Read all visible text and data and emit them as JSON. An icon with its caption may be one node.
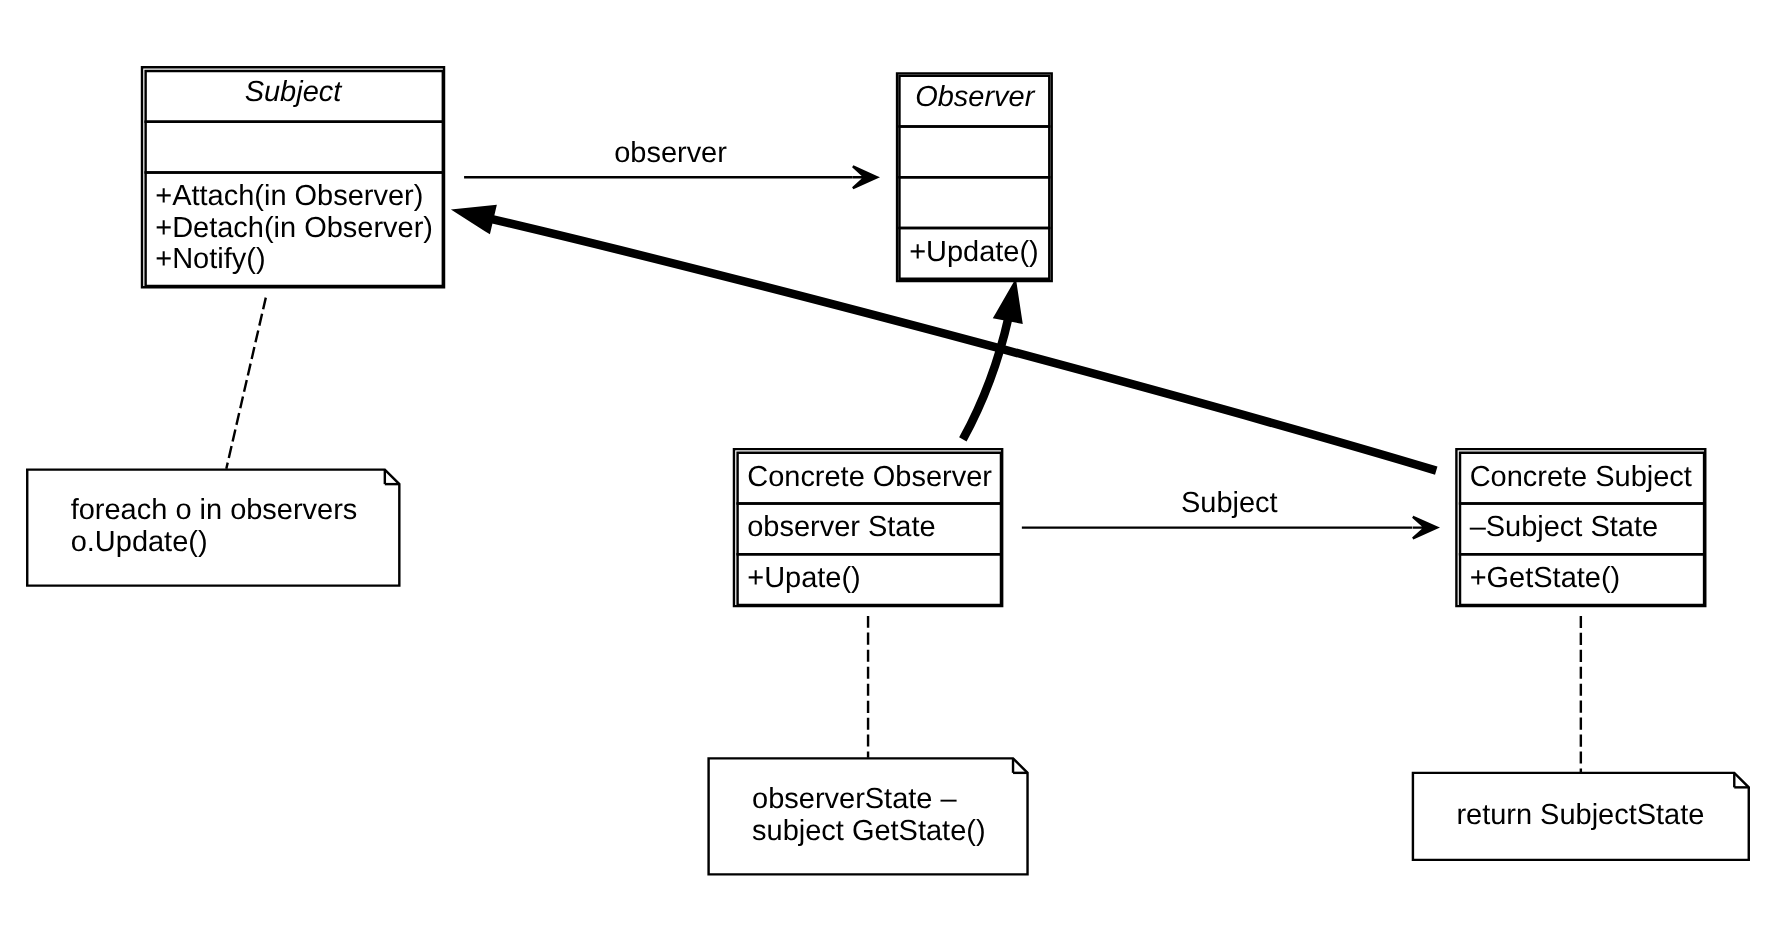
{
  "diagram": {
    "nodes": [
      {
        "text": [
          "Subject",
          "+Attach(in Observer) +Detach(in Observer) +Notify()"
        ]
      },
      {
        "text": [
          "Observer",
          "+Update()"
        ]
      },
      {
        "text": [
          "foreach o in observers o.Update()"
        ]
      },
      {
        "text": [
          "Concrete Subject",
          "–Subject State",
          "+GetState()"
        ]
      },
      {
        "text": [
          "Concrete Observer",
          "observer State",
          "+Upate()"
        ]
      },
      {
        "text": [
          "return SubjectState"
        ]
      },
      {
        "text": [
          "observerState – subject GetState()"
        ]
      }
    ],
    "edges": [
      {
        "from": 0,
        "to": 1,
        "arrow": "to",
        "label": "observer"
      },
      {
        "from": 0,
        "to": 2,
        "arrow": "none",
        "style": "dashed"
      },
      {
        "from": 3,
        "to": 0,
        "arrow": "to",
        "style": "thick"
      },
      {
        "from": 4,
        "to": 1,
        "arrow": "to",
        "style": "thick"
      },
      {
        "from": 4,
        "to": 3,
        "arrow": "to",
        "label": "Subject"
      },
      {
        "from": 3,
        "to": 5,
        "arrow": "none",
        "style": "dashed"
      },
      {
        "from": 4,
        "to": 6,
        "arrow": "none",
        "style": "dashed"
      }
    ]
  }
}
